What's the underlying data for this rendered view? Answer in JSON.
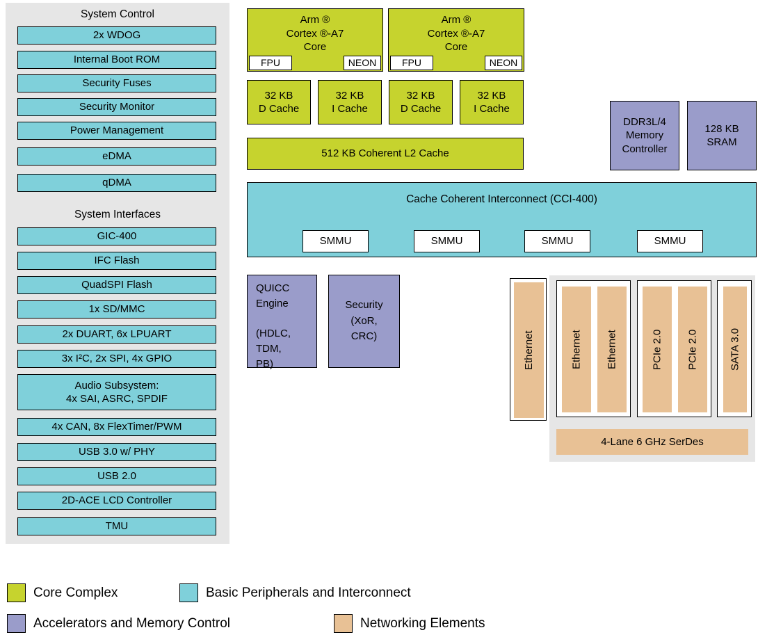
{
  "colors": {
    "lime": "#c6d32e",
    "teal": "#7fd0da",
    "purple": "#9a9cca",
    "tan": "#e8c195",
    "panel": "#e6e6e6"
  },
  "left_panel": {
    "system_control_title": "System Control",
    "system_control_items": [
      "2x WDOG",
      "Internal Boot ROM",
      "Security Fuses",
      "Security Monitor",
      "Power Management",
      "eDMA",
      "qDMA"
    ],
    "system_interfaces_title": "System Interfaces",
    "system_interfaces_items": [
      "GIC-400",
      "IFC Flash",
      "QuadSPI Flash",
      "1x SD/MMC",
      "2x DUART, 6x LPUART",
      "3x I²C, 2x SPI, 4x GPIO",
      "Audio Subsystem:\n4x SAI, ASRC, SPDIF",
      "4x CAN, 8x FlexTimer/PWM",
      "USB 3.0 w/ PHY",
      "USB 2.0",
      "2D-ACE LCD Controller",
      "TMU"
    ]
  },
  "core_complex": {
    "core1_label": "Arm ®\nCortex ®-A7\nCore",
    "core2_label": "Arm ®\nCortex ®-A7\nCore",
    "fpu_label": "FPU",
    "neon_label": "NEON",
    "caches": [
      "32 KB\nD Cache",
      "32 KB\nI Cache",
      "32 KB\nD Cache",
      "32 KB\nI Cache"
    ],
    "l2_label": "512 KB Coherent L2 Cache"
  },
  "memory": {
    "ddr_label": "DDR3L/4\nMemory\nController",
    "sram_label": "128 KB\nSRAM"
  },
  "interconnect": {
    "title": "Cache Coherent Interconnect (CCI-400)",
    "smmu_labels": [
      "SMMU",
      "SMMU",
      "SMMU",
      "SMMU"
    ]
  },
  "accelerators": {
    "quicc_label": "QUICC\nEngine\n\n(HDLC,\nTDM,\nPB)",
    "security_label": "Security\n(XoR,\nCRC)"
  },
  "networking": {
    "ethernet_standalone": "Ethernet",
    "group1": [
      "Ethernet",
      "Ethernet"
    ],
    "group2": [
      "PCIe 2.0",
      "PCIe 2.0"
    ],
    "group3": [
      "SATA 3.0"
    ],
    "serdes_label": "4-Lane 6 GHz SerDes"
  },
  "legend": {
    "core_complex": "Core Complex",
    "basic_peripherals": "Basic Peripherals and Interconnect",
    "accelerators": "Accelerators and Memory Control",
    "networking": "Networking Elements"
  }
}
